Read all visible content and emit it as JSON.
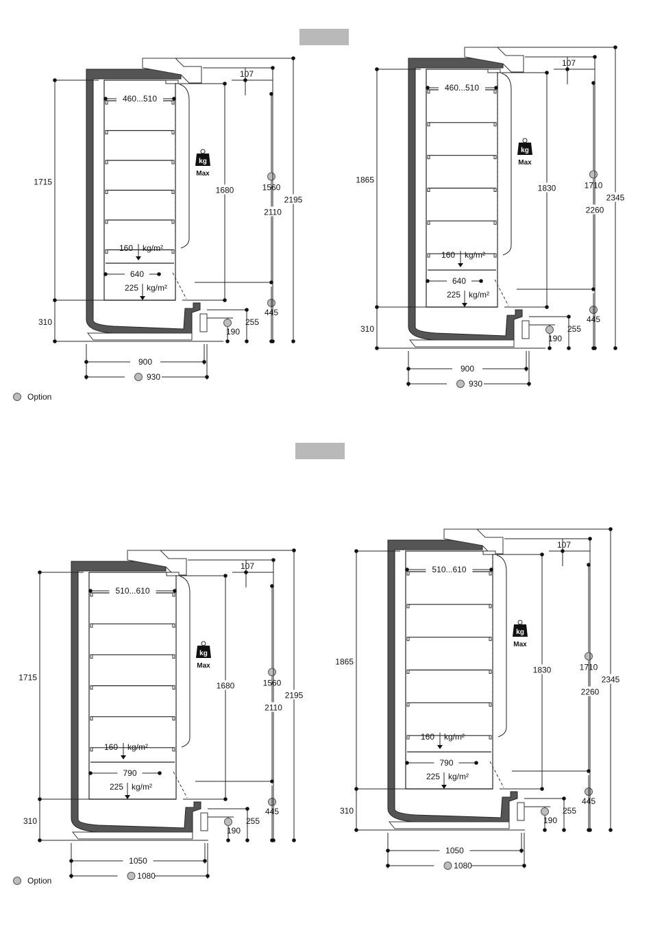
{
  "legend": {
    "label": "Option",
    "color": "#bdbdbd"
  },
  "section_tabs": [
    {},
    {}
  ],
  "diagrams": [
    {
      "shelf_depth": "460...510",
      "max_label": "Max",
      "weight_icon_text": "kg",
      "load_upper": "160",
      "load_lower": "225",
      "load_unit": "kg/m²",
      "base_depth": "640",
      "total_height": "1715",
      "base_height": "310",
      "inner_height": "1680",
      "top_offset": "107",
      "opt_height_a": "1560",
      "opt_height_b": "445",
      "h_2110": "2110",
      "h_2195": "2195",
      "d_190": "190",
      "d_255": "255",
      "width_inner": "900",
      "width_outer": "930",
      "shelves": 6
    },
    {
      "shelf_depth": "460...510",
      "max_label": "Max",
      "weight_icon_text": "kg",
      "load_upper": "160",
      "load_lower": "225",
      "load_unit": "kg/m²",
      "base_depth": "640",
      "total_height": "1865",
      "base_height": "310",
      "inner_height": "1830",
      "top_offset": "107",
      "opt_height_a": "1710",
      "opt_height_b": "445",
      "h_2110": "2260",
      "h_2195": "2345",
      "d_190": "190",
      "d_255": "255",
      "width_inner": "900",
      "width_outer": "930",
      "shelves": 6
    },
    {
      "shelf_depth": "510...610",
      "max_label": "Max",
      "weight_icon_text": "kg",
      "load_upper": "160",
      "load_lower": "225",
      "load_unit": "kg/m²",
      "base_depth": "790",
      "total_height": "1715",
      "base_height": "310",
      "inner_height": "1680",
      "top_offset": "107",
      "opt_height_a": "1560",
      "opt_height_b": "445",
      "h_2110": "2110",
      "h_2195": "2195",
      "d_190": "190",
      "d_255": "255",
      "width_inner": "1050",
      "width_outer": "1080",
      "shelves": 6
    },
    {
      "shelf_depth": "510...610",
      "max_label": "Max",
      "weight_icon_text": "kg",
      "load_upper": "160",
      "load_lower": "225",
      "load_unit": "kg/m²",
      "base_depth": "790",
      "total_height": "1865",
      "base_height": "310",
      "inner_height": "1830",
      "top_offset": "107",
      "opt_height_a": "1710",
      "opt_height_b": "445",
      "h_2110": "2260",
      "h_2195": "2345",
      "d_190": "190",
      "d_255": "255",
      "width_inner": "1050",
      "width_outer": "1080",
      "shelves": 6
    }
  ]
}
